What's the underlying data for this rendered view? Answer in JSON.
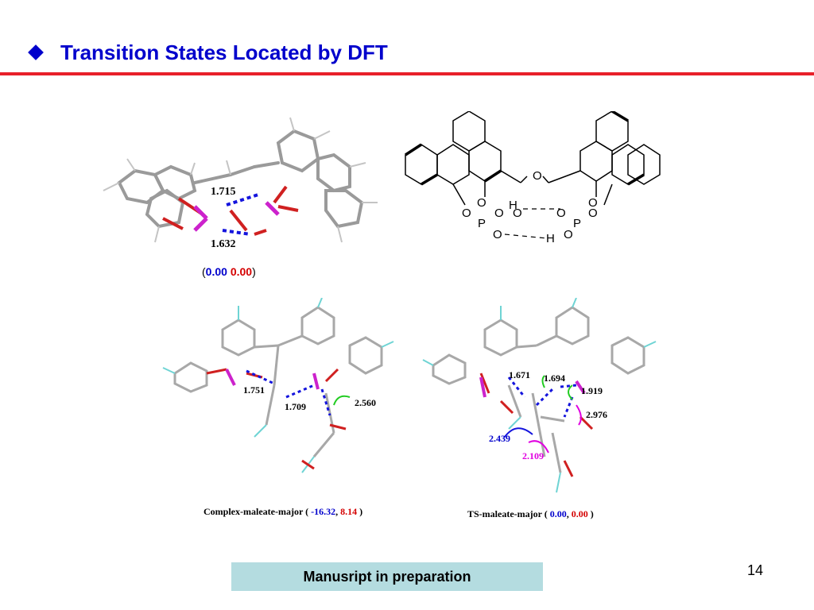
{
  "slide": {
    "title": "Transition States Located by DFT",
    "page_number": "14",
    "banner": "Manusript in preparation"
  },
  "structure_top": {
    "dist_1": "1.715",
    "dist_2": "1.632",
    "energy_open": "(",
    "energy_a": "0.00",
    "energy_b": "0.00",
    "energy_close": ")"
  },
  "scheme": {
    "atom_labels": [
      "O",
      "O",
      "O",
      "O",
      "O",
      "O",
      "P",
      "O",
      "O",
      "P",
      "O",
      "O",
      "H",
      "H"
    ]
  },
  "complex": {
    "dists": [
      "1.751",
      "1.709",
      "2.560"
    ],
    "caption_prefix": "Complex-maleate-major ( ",
    "energy_a": "-16.32",
    "sep": ", ",
    "energy_b": "8.14",
    "caption_suffix": " )"
  },
  "ts": {
    "dists": [
      "1.671",
      "1.694",
      "1.919",
      "2.976",
      "2.439",
      "2.109"
    ],
    "caption_prefix": "TS-maleate-major ( ",
    "energy_a": "0.00",
    "sep": ", ",
    "energy_b": "0.00",
    "caption_suffix": " )"
  },
  "colors": {
    "title": "#0000cc",
    "rule": "#e8202a",
    "blue": "#0000cc",
    "red": "#d40000",
    "magenta": "#e000e0",
    "green": "#22cc22",
    "banner_bg": "#b4dce0"
  }
}
